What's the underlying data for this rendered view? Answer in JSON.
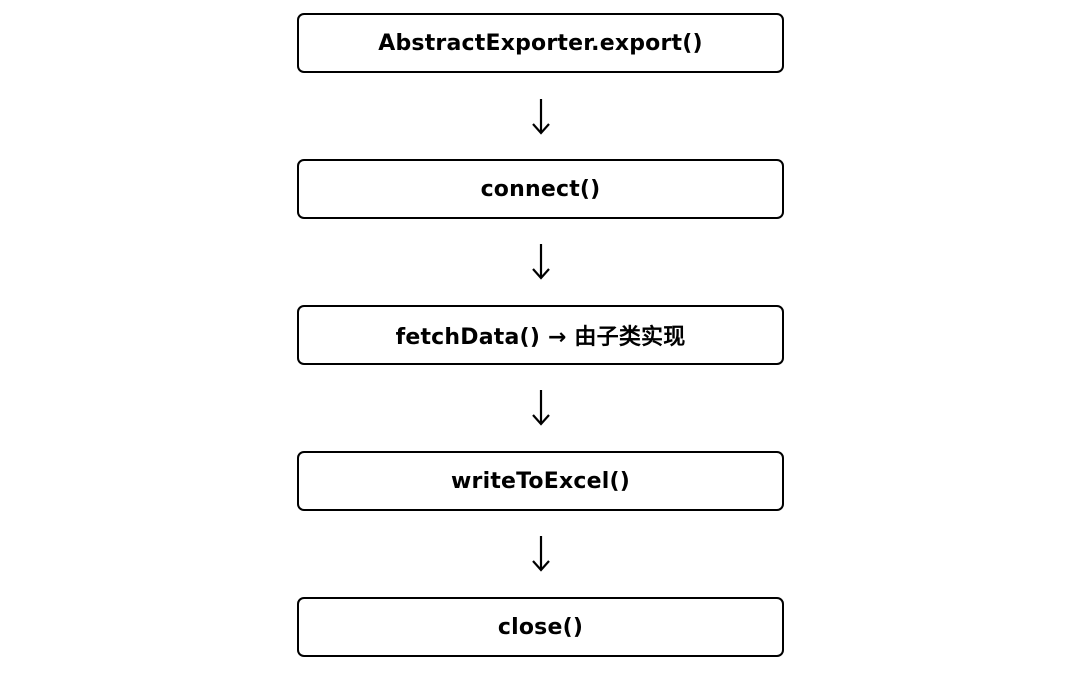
{
  "diagram": {
    "steps": [
      {
        "label": "AbstractExporter.export()"
      },
      {
        "label": "connect()"
      },
      {
        "label": "fetchData() → 由子类实现"
      },
      {
        "label": "writeToExcel()"
      },
      {
        "label": "close()"
      }
    ],
    "arrow_icon": "arrow-down-icon",
    "colors": {
      "stroke": "#000000",
      "fill": "#ffffff",
      "text": "#000000"
    }
  }
}
